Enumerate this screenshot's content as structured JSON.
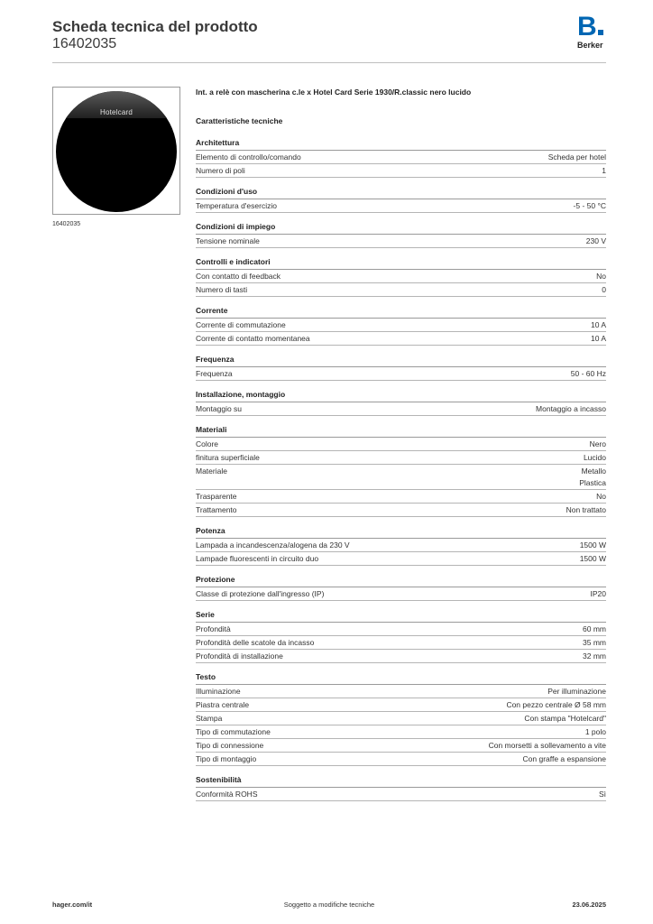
{
  "header": {
    "title": "Scheda tecnica del prodotto",
    "code": "16402035"
  },
  "logo": {
    "letter": "B",
    "text": "Berker",
    "color": "#0066b3"
  },
  "image": {
    "stamp": "Hotelcard",
    "caption": "16402035"
  },
  "product_name": "Int. a relè con mascherina c.le x Hotel Card Serie 1930/R.classic nero lucido",
  "tech_heading": "Caratteristiche tecniche",
  "sections": [
    {
      "title": "Architettura",
      "rows": [
        {
          "label": "Elemento di controllo/comando",
          "value": "Scheda per hotel"
        },
        {
          "label": "Numero di poli",
          "value": "1"
        }
      ]
    },
    {
      "title": "Condizioni d'uso",
      "rows": [
        {
          "label": "Temperatura d'esercizio",
          "value": "-5 - 50 °C"
        }
      ]
    },
    {
      "title": "Condizioni di impiego",
      "rows": [
        {
          "label": "Tensione nominale",
          "value": "230 V"
        }
      ]
    },
    {
      "title": "Controlli e indicatori",
      "rows": [
        {
          "label": "Con contatto di feedback",
          "value": "No"
        },
        {
          "label": "Numero di tasti",
          "value": "0"
        }
      ]
    },
    {
      "title": "Corrente",
      "rows": [
        {
          "label": "Corrente di commutazione",
          "value": "10 A"
        },
        {
          "label": "Corrente di contatto momentanea",
          "value": "10 A"
        }
      ]
    },
    {
      "title": "Frequenza",
      "rows": [
        {
          "label": "Frequenza",
          "value": "50 - 60 Hz"
        }
      ]
    },
    {
      "title": "Installazione, montaggio",
      "rows": [
        {
          "label": "Montaggio su",
          "value": "Montaggio a incasso"
        }
      ]
    },
    {
      "title": "Materiali",
      "rows": [
        {
          "label": "Colore",
          "value": "Nero"
        },
        {
          "label": "finitura superficiale",
          "value": "Lucido"
        },
        {
          "label": "Materiale",
          "value": "Metallo\nPlastica"
        },
        {
          "label": "Trasparente",
          "value": "No"
        },
        {
          "label": "Trattamento",
          "value": "Non trattato"
        }
      ]
    },
    {
      "title": "Potenza",
      "rows": [
        {
          "label": "Lampada a incandescenza/alogena da 230 V",
          "value": "1500 W"
        },
        {
          "label": "Lampade fluorescenti in circuito duo",
          "value": "1500 W"
        }
      ]
    },
    {
      "title": "Protezione",
      "rows": [
        {
          "label": "Classe di protezione dall'ingresso (IP)",
          "value": "IP20"
        }
      ]
    },
    {
      "title": "Serie",
      "rows": [
        {
          "label": "Profondità",
          "value": "60 mm"
        },
        {
          "label": "Profondità delle scatole da incasso",
          "value": "35 mm"
        },
        {
          "label": "Profondità di installazione",
          "value": "32 mm"
        }
      ]
    },
    {
      "title": "Testo",
      "rows": [
        {
          "label": "Illuminazione",
          "value": "Per illuminazione"
        },
        {
          "label": "Piastra centrale",
          "value": "Con pezzo centrale Ø 58 mm"
        },
        {
          "label": "Stampa",
          "value": "Con stampa \"Hotelcard\""
        },
        {
          "label": "Tipo di commutazione",
          "value": "1 polo"
        },
        {
          "label": "Tipo di connessione",
          "value": "Con morsetti a sollevamento a vite"
        },
        {
          "label": "Tipo di montaggio",
          "value": "Con graffe a espansione"
        }
      ]
    },
    {
      "title": "Sostenibilità",
      "rows": [
        {
          "label": "Conformità ROHS",
          "value": "Sì"
        }
      ]
    }
  ],
  "footer": {
    "website": "hager.com/it",
    "notice": "Soggetto a modifiche tecniche",
    "date": "23.06.2025"
  }
}
